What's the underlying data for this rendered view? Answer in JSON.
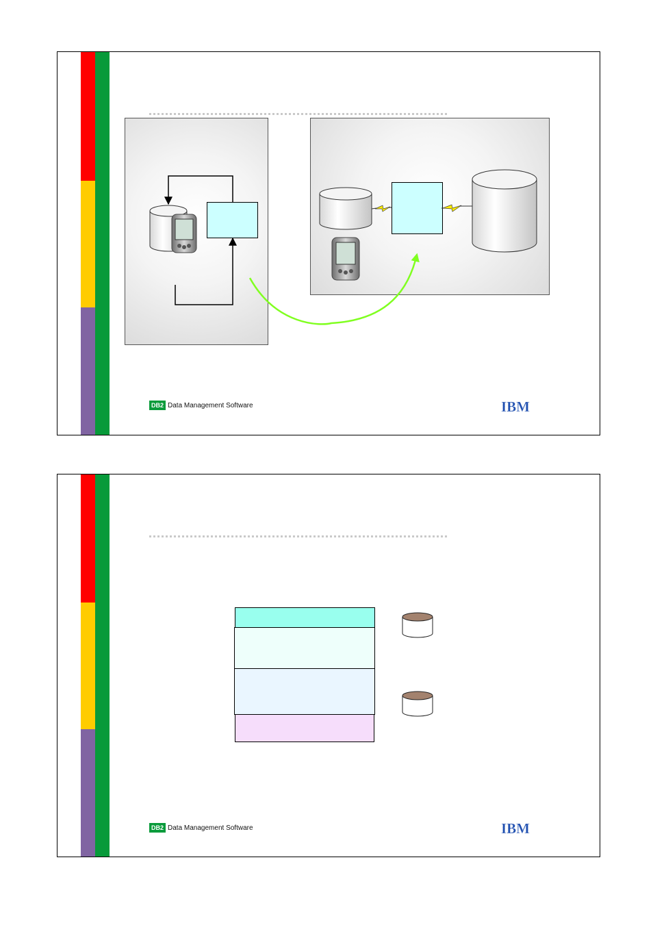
{
  "slides": [
    {
      "id": 1,
      "footer": {
        "badge": "DB2",
        "text": "Data Management Software"
      },
      "logo": {
        "alt": "IBM"
      },
      "icons": [
        "database-icon",
        "pda-icon",
        "lightning-icon",
        "curved-arrow-icon"
      ]
    },
    {
      "id": 2,
      "footer": {
        "badge": "DB2",
        "text": "Data Management Software"
      },
      "logo": {
        "alt": "IBM"
      },
      "icons": [
        "database-icon"
      ]
    }
  ],
  "colors": {
    "red": "#ff0000",
    "yellow": "#ffcc00",
    "purple": "#8064a2",
    "green": "#079a3a",
    "cyan_box": "#ccffff",
    "stack_top": "#99ffee",
    "stack_mid": "#eefffb",
    "stack_lower": "#eaf6ff",
    "stack_bottom": "#f6ddfb",
    "db_small": "#a3826e",
    "arrow_green": "#80ff20",
    "ibm_blue": "#1f4fb0"
  }
}
